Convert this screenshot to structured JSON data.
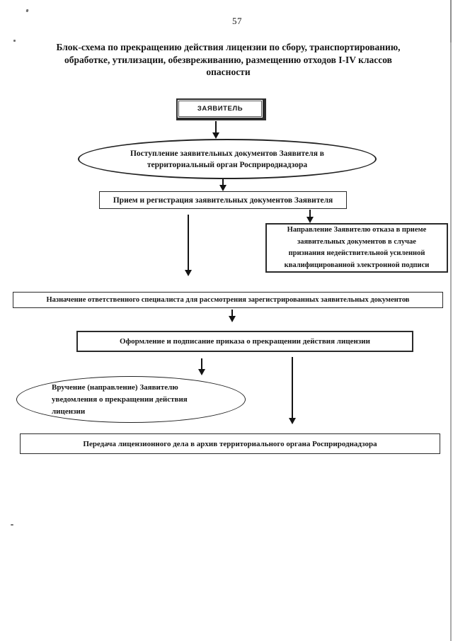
{
  "colors": {
    "ink": "#161616",
    "paper": "#ffffff",
    "scan_edge": "#ababab"
  },
  "page": {
    "number": "57",
    "title_lines": [
      "Блок-схема по прекращению действия лицензии по сбору, транспортированию,",
      "обработке, утилизации, обезвреживанию, размещению отходов I-IV классов",
      "опасности"
    ]
  },
  "flowchart": {
    "applicant": {
      "shape": "beveled-rect",
      "label": "ЗАЯВИТЕЛЬ"
    },
    "submission": {
      "shape": "ellipse",
      "lines": [
        "Поступление заявительных документов Заявителя  в",
        "территориальный орган Росприроднадзора"
      ]
    },
    "reception": {
      "shape": "rect",
      "label": "Прием и регистрация заявительных документов Заявителя"
    },
    "refusal": {
      "shape": "rect",
      "lines": [
        "Направление Заявителю отказа в приеме",
        "заявительных документов в случае",
        "признания недействительной усиленной",
        "квалифицированной электронной подписи"
      ]
    },
    "assignment": {
      "shape": "rect",
      "label": "Назначение ответственного специалиста для рассмотрения зарегистрированных заявительных документов"
    },
    "order": {
      "shape": "rect",
      "label": "Оформление и подписание приказа о прекращении действия лицензии"
    },
    "notification": {
      "shape": "ellipse",
      "lines": [
        "Вручение (направление) Заявителю",
        "уведомления о прекращении действия",
        "лицензии"
      ]
    },
    "archive": {
      "shape": "rect",
      "label": "Передача лицензионного дела в архив территориального органа Росприроднадзора"
    }
  }
}
